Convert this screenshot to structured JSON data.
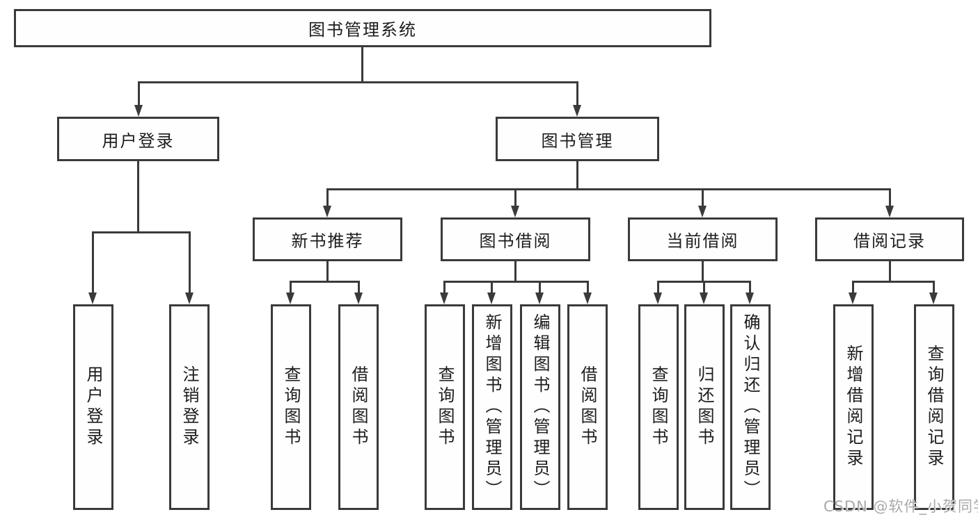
{
  "diagram": {
    "root": {
      "label": "图书管理系统"
    },
    "level2": [
      {
        "label": "用户登录"
      },
      {
        "label": "图书管理"
      }
    ],
    "level3": [
      {
        "label": "新书推荐",
        "parent": "图书管理"
      },
      {
        "label": "图书借阅",
        "parent": "图书管理"
      },
      {
        "label": "当前借阅",
        "parent": "图书管理"
      },
      {
        "label": "借阅记录",
        "parent": "图书管理"
      }
    ],
    "leaves": [
      {
        "label": "用户登录",
        "parent": "用户登录"
      },
      {
        "label": "注销登录",
        "parent": "用户登录"
      },
      {
        "label": "查询图书",
        "parent": "新书推荐"
      },
      {
        "label": "借阅图书",
        "parent": "新书推荐"
      },
      {
        "label": "查询图书",
        "parent": "图书借阅"
      },
      {
        "label": "新增图书（管理员）",
        "parent": "图书借阅"
      },
      {
        "label": "编辑图书（管理员）",
        "parent": "图书借阅"
      },
      {
        "label": "借阅图书",
        "parent": "图书借阅"
      },
      {
        "label": "查询图书",
        "parent": "当前借阅"
      },
      {
        "label": "归还图书",
        "parent": "当前借阅"
      },
      {
        "label": "确认归还（管理员）",
        "parent": "当前借阅"
      },
      {
        "label": "新增借阅记录",
        "parent": "借阅记录"
      },
      {
        "label": "查询借阅记录",
        "parent": "借阅记录"
      }
    ],
    "colors": {
      "line": "#3a3a3a",
      "box_border": "#3a3a3a",
      "text": "#1c1c1c",
      "background": "#ffffff"
    }
  },
  "watermark": {
    "text": "CSDN @软件_小贺同学",
    "color": "#a9a9a9"
  }
}
